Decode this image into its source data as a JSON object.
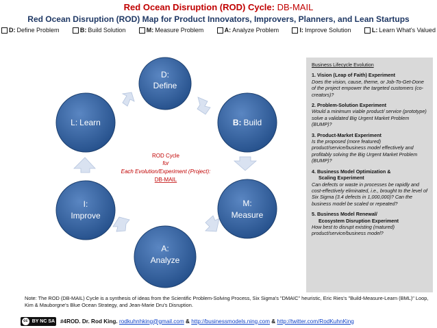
{
  "header": {
    "title_main": "Red Ocean Disruption (ROD) Cycle:",
    "title_id": "DB-MAIL",
    "subtitle": "Red Ocean Disruption (ROD) Map for Product Innovators, Improvers, Planners, and Lean Startups"
  },
  "steps": [
    {
      "letter": "D:",
      "label": "Define Problem"
    },
    {
      "letter": "B:",
      "label": "Build Solution"
    },
    {
      "letter": "M:",
      "label": "Measure Problem"
    },
    {
      "letter": "A:",
      "label": "Analyze Problem"
    },
    {
      "letter": "I:",
      "label": "Improve Solution"
    },
    {
      "letter": "L:",
      "label": "Learn What's Valued"
    }
  ],
  "cycle": {
    "nodes": {
      "define": {
        "line1": "D:",
        "line2": "Define"
      },
      "build": {
        "letter": "B:",
        "word": "Build"
      },
      "measure": {
        "line1": "M:",
        "line2": "Measure"
      },
      "analyze": {
        "line1": "A:",
        "line2": "Analyze"
      },
      "improve": {
        "line1": "I:",
        "line2": "Improve"
      },
      "learn": {
        "letter": "L:",
        "word": "Learn"
      }
    },
    "center": {
      "line1": "ROD Cycle",
      "line2": "for",
      "line3": "Each Evolution/Experiment (Project):",
      "line4": "DB-MAIL"
    },
    "colors": {
      "node": "#2e5f9e",
      "node_edge": "#1c3f6e",
      "arrow": "#d9e2f1",
      "accent": "#c00000"
    }
  },
  "sidebar": {
    "title": "Business Lifecycle Evolution",
    "items": [
      {
        "heading": "1.   Vision (Leap of Faith) Experiment",
        "heading2": "",
        "desc": "Does the vision, cause, theme, or Job-To-Get-Done of the project empower the targeted customers (co-creators)?"
      },
      {
        "heading": "2.   Problem-Solution Experiment",
        "heading2": "",
        "desc": "Would a minimum viable product/ service (prototype) solve a validated Big Urgent Market Problem (BUMP)?"
      },
      {
        "heading": "3.    Product-Market Experiment",
        "heading2": "",
        "desc": "Is the proposed (more featured) product/service/business model effectively and profitably solving the Big Urgent Market Problem (BUMP)?"
      },
      {
        "heading": "4.   Business Model Optimization &",
        "heading2": "Scaling Experiment",
        "desc": "Can defects or waste in processes be rapidly and cost-effectively eliminated, i.e., brought to the level of Six Sigma (3.4 defects in 1,000,000)? Can the business model be scaled or repeated?"
      },
      {
        "heading": "5.   Business Model Renewal/",
        "heading2": "Ecosystem Disruption Experiment",
        "desc": "How best to disrupt existing (matured) product/service/business model?"
      }
    ]
  },
  "note": "Note: The ROD (DB-MAIL) Cycle is a synthesis of ideas from the Scientific Problem-Solving Process, Six Sigma's \"DMAIC\" heuristic, Eric Ries's \"Build-Measure-Learn (BML)\" Loop, Kim & Mauborgne's Blue Ocean Strategy, and Jean-Marie Dru's Disruption.",
  "footer": {
    "license_badge": "cc",
    "license_text": "BY NC SA",
    "author": "#4ROD. Dr. Rod King.",
    "email": "rodkuhnhking@gmail.com",
    "amp1": "&",
    "url1": "http://businessmodels.ning.com",
    "amp2": "&",
    "url2": "http://twitter.com/RodKuhnKing"
  }
}
